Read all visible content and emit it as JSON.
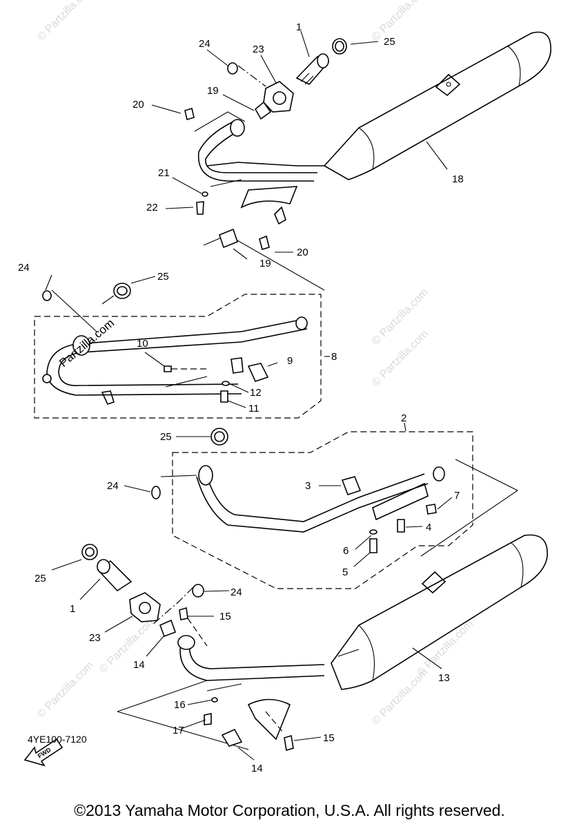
{
  "diagram": {
    "code": "4YE100-7120",
    "copyright": "©2013 Yamaha Motor Corporation, U.S.A. All rights reserved.",
    "fwd_label": "FWD",
    "watermark": "© Partzilla.com",
    "watermark_brand": "Partzilla.com",
    "callouts": {
      "c1_top": "1",
      "c25_top": "25",
      "c24_top": "24",
      "c23_top": "23",
      "c19_top": "19",
      "c20_top": "20",
      "c18": "18",
      "c21": "21",
      "c22": "22",
      "c19_mid": "19",
      "c20_mid": "20",
      "c24_left": "24",
      "c25_left": "25",
      "c10": "10",
      "c9": "9",
      "c8": "8",
      "c12": "12",
      "c11": "11",
      "c2": "2",
      "c25_mid": "25",
      "c24_mid": "24",
      "c3": "3",
      "c7": "7",
      "c4": "4",
      "c6": "6",
      "c5": "5",
      "c25_low": "25",
      "c1_low": "1",
      "c24_low": "24",
      "c15_top": "15",
      "c23_low": "23",
      "c14_top": "14",
      "c13": "13",
      "c16": "16",
      "c17": "17",
      "c15_low": "15",
      "c14_low": "14"
    }
  }
}
